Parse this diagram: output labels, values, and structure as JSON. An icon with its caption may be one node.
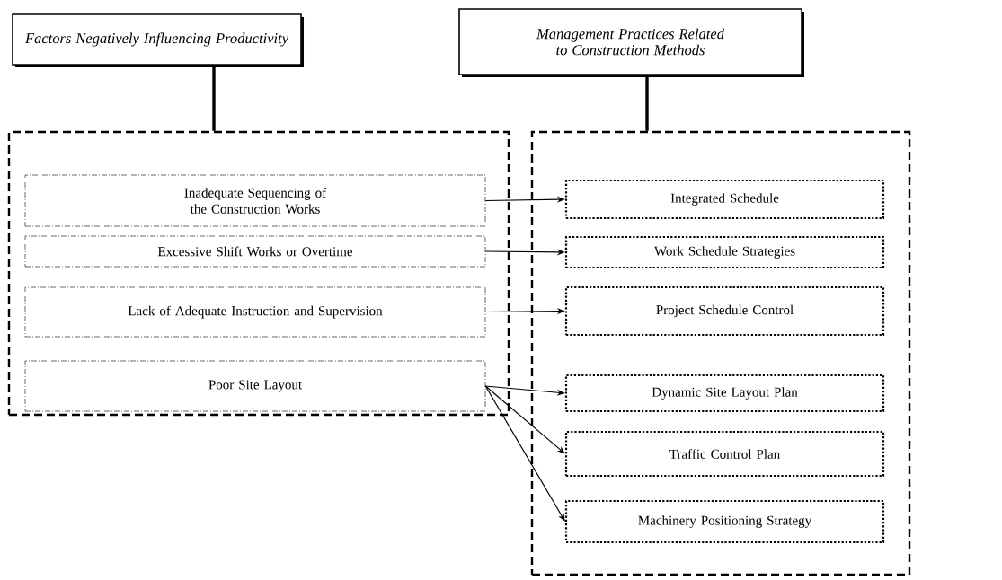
{
  "diagram": {
    "nodes": [
      {
        "text": [
          "Factors Negatively Influencing Productivity"
        ]
      },
      {
        "text": [
          "Management Practices Related to Construction Methods"
        ]
      },
      {
        "text": [],
        "shape": "box"
      },
      {
        "text": [
          "Inadequate Sequencing of the Construction Works"
        ],
        "in": 2
      },
      {
        "text": [
          "Excessive Shift Works or Overtime"
        ],
        "in": 2
      },
      {
        "text": [
          "Lack of Adequate Instruction and Supervision"
        ],
        "in": 2
      },
      {
        "text": [
          "Poor Site Layout"
        ],
        "in": 2
      },
      {
        "text": [],
        "shape": "box"
      },
      {
        "text": [
          "Integrated Schedule"
        ],
        "in": 7
      },
      {
        "text": [
          "Work Schedule Strategies"
        ],
        "in": 7
      },
      {
        "text": [
          "Project Schedule Control"
        ],
        "in": 7
      },
      {
        "text": [
          "Dynamic Site Layout Plan"
        ],
        "in": 7
      },
      {
        "text": [
          "Traffic Control Plan"
        ],
        "in": 7
      },
      {
        "text": [
          "Machinery Positioning Strategy"
        ],
        "in": 7
      }
    ],
    "edges": [
      {
        "from": 0,
        "to": 2,
        "arrow": "none",
        "style": "thick"
      },
      {
        "from": 1,
        "to": 7,
        "arrow": "none",
        "style": "thick"
      },
      {
        "from": 3,
        "to": 8,
        "arrow": "to"
      },
      {
        "from": 4,
        "to": 9,
        "arrow": "to"
      },
      {
        "from": 5,
        "to": 10,
        "arrow": "to"
      },
      {
        "from": 6,
        "to": 11,
        "arrow": "to"
      },
      {
        "from": 6,
        "to": 12,
        "arrow": "to"
      },
      {
        "from": 6,
        "to": 13,
        "arrow": "to"
      }
    ]
  }
}
